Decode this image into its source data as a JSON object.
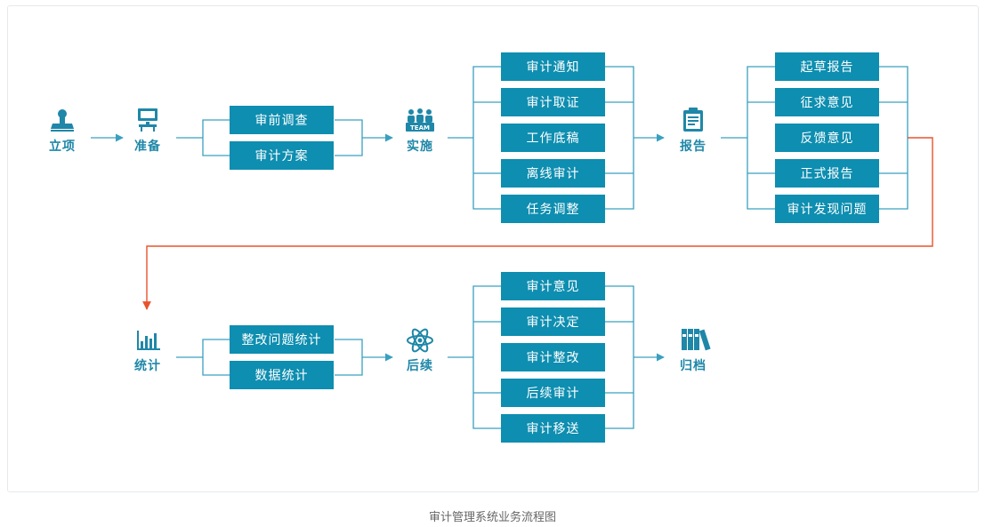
{
  "nodes": {
    "lixiang": "立项",
    "zhunbei": "准备",
    "shishi": "实施",
    "baogao": "报告",
    "tongji": "统计",
    "houxu": "后续",
    "guidang": "归档"
  },
  "team_label": "TEAM",
  "groups": {
    "prep": [
      "审前调查",
      "审计方案"
    ],
    "impl": [
      "审计通知",
      "审计取证",
      "工作底稿",
      "离线审计",
      "任务调整"
    ],
    "report": [
      "起草报告",
      "征求意见",
      "反馈意见",
      "正式报告",
      "审计发现问题"
    ],
    "stat": [
      "整改问题统计",
      "数据统计"
    ],
    "follow": [
      "审计意见",
      "审计决定",
      "审计整改",
      "后续审计",
      "审计移送"
    ]
  },
  "caption": "审计管理系统业务流程图",
  "colors": {
    "box": "#0e8eb0",
    "line": "#3aa0bf",
    "node_text": "#1f87a8",
    "accent_line": "#e8532b"
  },
  "icons": {
    "lixiang": "stamp-icon",
    "zhunbei": "computer-desk-icon",
    "shishi": "team-icon",
    "baogao": "clipboard-report-icon",
    "tongji": "bar-chart-icon",
    "houxu": "atom-icon",
    "guidang": "binders-icon"
  }
}
